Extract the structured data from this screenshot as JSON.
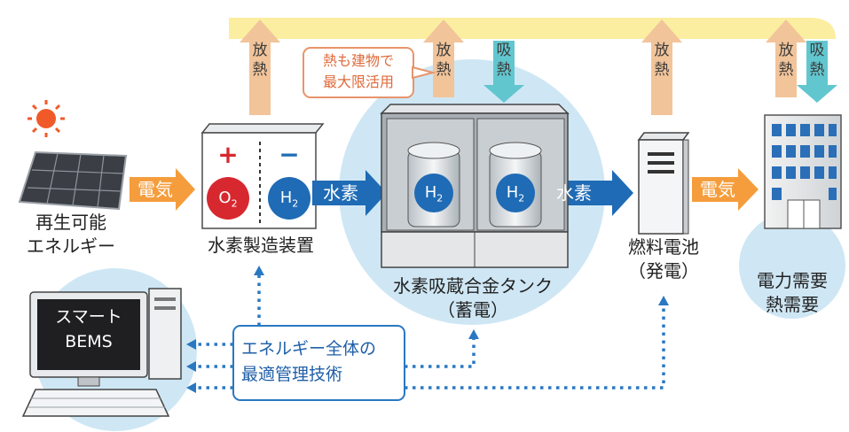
{
  "colors": {
    "heat_band": "#fbeea0",
    "release_arrow": "#f2c49a",
    "absorb_arrow": "#62c6cf",
    "blue_bubble": "#cfe7f4",
    "electricity_arrow": "#f59d3c",
    "hydrogen_arrow": "#1f6bb5",
    "oxygen": "#d7282f",
    "hydrogen": "#1f6bb5",
    "dotted_line": "#2a78c2",
    "callout_border": "#e8946b",
    "callout_text": "#e06a3b",
    "mgmt_border": "#2a78c2"
  },
  "heat": {
    "release": "放熱",
    "absorb": "吸熱",
    "callout": [
      "熱も建物で",
      "最大限活用"
    ]
  },
  "flow": {
    "electricity": "電気",
    "hydrogen": "水素"
  },
  "nodes": {
    "renewable": [
      "再生可能",
      "エネルギー"
    ],
    "electrolyzer": "水素製造装置",
    "storage": [
      "水素吸蔵合金タンク",
      "（蓄電）"
    ],
    "fuel_cell": [
      "燃料電池",
      "（発電）"
    ],
    "demand": [
      "電力需要",
      "熱需要"
    ]
  },
  "electrolyzer_parts": {
    "plus": "+",
    "minus": "−",
    "o2_main": "O",
    "o2_sub": "2",
    "h2_main": "H",
    "h2_sub": "2"
  },
  "bems": {
    "screen": [
      "スマート",
      "BEMS"
    ]
  },
  "management": [
    "エネルギー全体の",
    "最適管理技術"
  ]
}
